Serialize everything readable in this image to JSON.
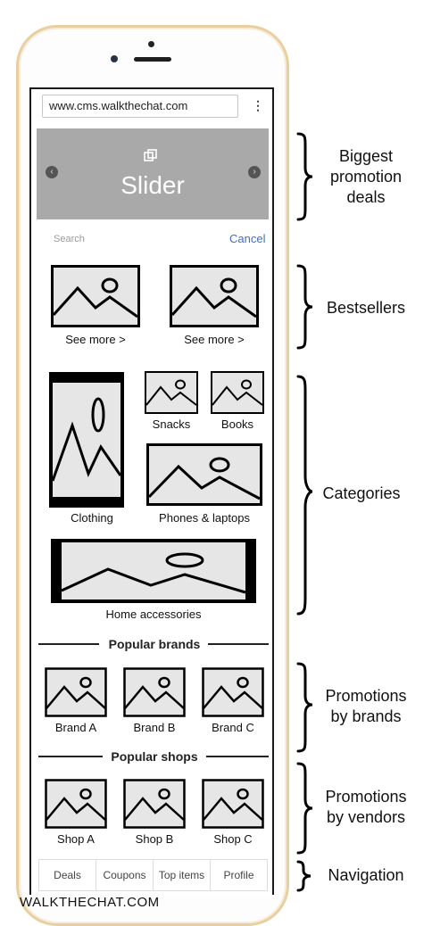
{
  "browser": {
    "url": "www.cms.walkthechat.com",
    "menu_glyph": "⋮"
  },
  "slider": {
    "title": "Slider",
    "left_arrow": "‹",
    "right_arrow": "›"
  },
  "search": {
    "placeholder": "Search",
    "cancel_label": "Cancel"
  },
  "bestsellers": {
    "items": [
      "See more >",
      "See more >"
    ]
  },
  "categories": {
    "items": [
      "Snacks",
      "Books",
      "Clothing",
      "Phones & laptops",
      "Home accessories"
    ]
  },
  "popular_brands": {
    "heading": "Popular brands",
    "items": [
      "Brand A",
      "Brand B",
      "Brand C"
    ]
  },
  "popular_shops": {
    "heading": "Popular shops",
    "items": [
      "Shop A",
      "Shop B",
      "Shop C"
    ]
  },
  "nav": {
    "items": [
      "Deals",
      "Coupons",
      "Top items",
      "Profile"
    ]
  },
  "annotations": {
    "promotion": [
      "Biggest",
      "promotion",
      "deals"
    ],
    "bestsellers": "Bestsellers",
    "categories": "Categories",
    "brands": [
      "Promotions",
      "by brands"
    ],
    "vendors": [
      "Promotions",
      "by vendors"
    ],
    "navigation": "Navigation"
  },
  "footer_brand": "WALKTHECHAT.COM"
}
